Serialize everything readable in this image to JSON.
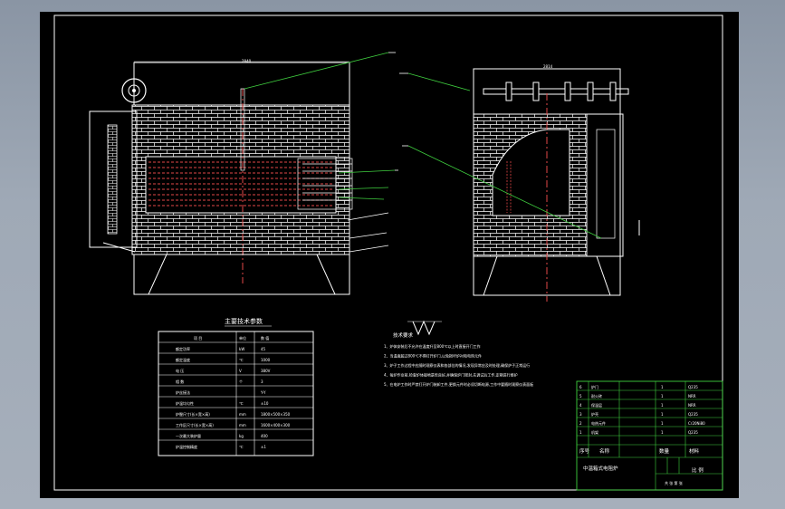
{
  "drawing": {
    "width_dim_front": "2840",
    "width_dim_side": "2814"
  },
  "params": {
    "title": "主要技术参数",
    "header": [
      "项 目",
      "单位",
      "数 值"
    ],
    "rows": [
      [
        "额定功率",
        "kW",
        "45"
      ],
      [
        "额定温度",
        "℃",
        "1000"
      ],
      [
        "电 压",
        "V",
        "380V"
      ],
      [
        "相 数",
        "个",
        "3"
      ],
      [
        "炉丝接法",
        "",
        "Y-Y"
      ],
      [
        "炉温均匀性",
        "℃",
        "±10"
      ],
      [
        "炉膛尺寸(长×宽×高)",
        "mm",
        "1800×500×350"
      ],
      [
        "工作区尺寸(长×宽×高)",
        "mm",
        "1600×400×300"
      ],
      [
        "一次最大装炉量",
        "kg",
        "400"
      ],
      [
        "炉温控制精度",
        "℃",
        "±1"
      ]
    ]
  },
  "notes": {
    "title": "技术要求",
    "items": [
      "1、炉体安装后不允许在温度升至800℃以上时直接开门工作",
      "2、当温度超过800℃不得打开炉门,以免损坏炉衬和电热元件",
      "3、炉子工作过程中应随时观察仪表和各部位的情况,发现异常应及时处理,确保炉子正常运行",
      "4、每炉作业前,检查炉体接地是否良好,并确保炉门密封,先调试后工作,定期进行维护",
      "5、在电炉工作时严禁打开炉门装卸工件,更换元件时必须切断电源,工作中要随时观察仪表面板"
    ]
  },
  "title_block": {
    "parts": [
      [
        "6",
        "炉门",
        "1",
        "Q235"
      ],
      [
        "5",
        "耐火砖",
        "1",
        "NRR"
      ],
      [
        "4",
        "保温层",
        "1",
        "NRR"
      ],
      [
        "3",
        "炉壳",
        "1",
        "Q235"
      ],
      [
        "2",
        "电热元件",
        "1",
        "Cr20Ni80"
      ],
      [
        "1",
        "机架",
        "1",
        "Q235"
      ]
    ],
    "header": [
      "序号",
      "名称",
      "数量",
      "材料"
    ],
    "drawing_name": "中温箱式电阻炉",
    "scale_label": "比 例",
    "sheet_label": "共 张 第 张"
  },
  "roughness_symbol": "√"
}
